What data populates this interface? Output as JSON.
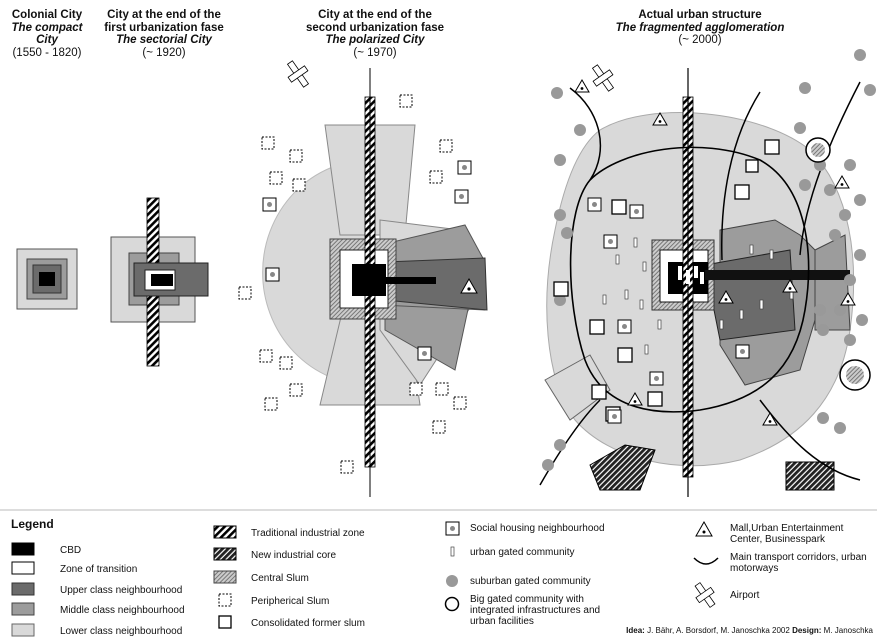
{
  "stages": [
    {
      "l1": "Colonial City",
      "l2": "The compact",
      "l3": "City",
      "l4": "(1550 - 1820)"
    },
    {
      "l1": "City at the end of the",
      "l2": "first urbanization fase",
      "l3": "The sectorial City",
      "l4": "(~ 1920)"
    },
    {
      "l1": "City at the end of the",
      "l2": "second urbanization fase",
      "l3": "The polarized City",
      "l4": "(~ 1970)"
    },
    {
      "l1": "Actual urban structure",
      "l2": "The fragmented agglomeration",
      "l3": "",
      "l4": "(~ 2000)"
    }
  ],
  "legend": {
    "title": "Legend",
    "col1": [
      "CBD",
      "Zone of transition",
      "Upper class neighbourhood",
      "Middle class neighbourhood",
      "Lower class neighbourhood"
    ],
    "col2": [
      "Traditional industrial zone",
      "New industrial core",
      "Central Slum",
      "Peripherical Slum",
      "Consolidated former slum"
    ],
    "col3": [
      "Social housing neighbourhood",
      "urban gated community",
      "suburban gated community",
      "Big gated community with integrated infrastructures and urban facilities"
    ],
    "col4": [
      "Mall,Urban Entertainment Center, Businesspark",
      "Main transport corridors, urban motorways",
      "Airport"
    ]
  },
  "credit": {
    "idea_label": "Idea:",
    "idea": "J. Bähr, A. Borsdorf, M. Janoschka 2002",
    "design_label": "Design:",
    "design": "M. Janoschka"
  },
  "colors": {
    "cbd": "#000000",
    "transition": "#ffffff",
    "upper": "#6b6b6b",
    "middle": "#9c9c9c",
    "lower": "#d9d9d9"
  }
}
